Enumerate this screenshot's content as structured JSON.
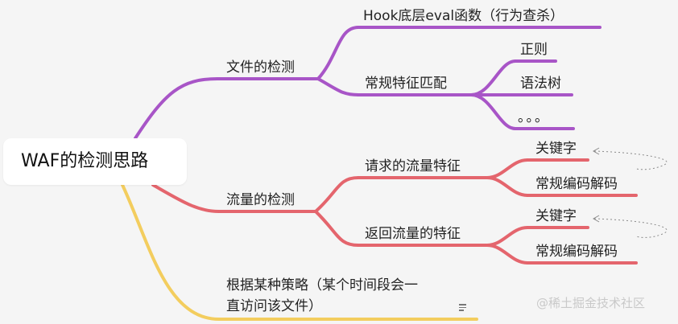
{
  "root": {
    "label": "WAF的检测思路"
  },
  "branches": {
    "file": {
      "label": "文件的检测",
      "color": "#a855c7",
      "children": {
        "hook": "Hook底层eval函数（行为查杀）",
        "regular_features": "常规特征匹配",
        "regex": "正则",
        "syntax_tree": "语法树",
        "ellipsis": "。。。"
      }
    },
    "traffic": {
      "label": "流量的检测",
      "color": "#e4656d",
      "children": {
        "request": "请求的流量特征",
        "request_keyword": "关键字",
        "request_encoding": "常规编码解码",
        "response": "返回流量的特征",
        "response_keyword": "关键字",
        "response_encoding": "常规编码解码"
      }
    },
    "policy": {
      "label_line1": "根据某种策略（某个时间段会一",
      "label_line2": "直访问该文件）",
      "color": "#f3cd5e"
    }
  },
  "watermark": "@稀土掘金技术社区"
}
